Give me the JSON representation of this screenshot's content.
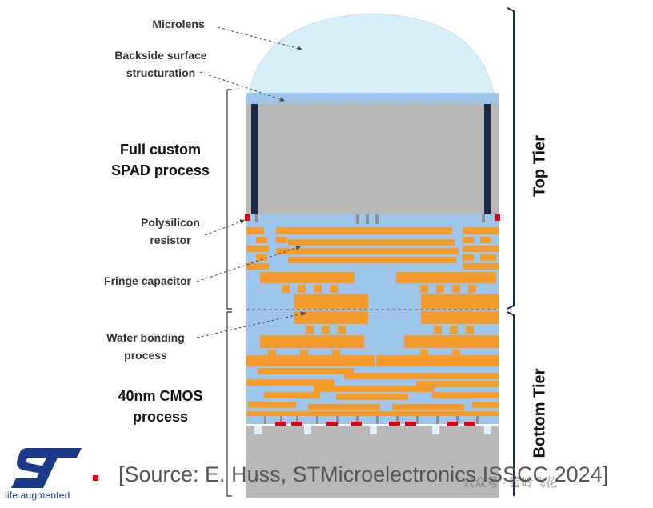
{
  "labels": {
    "microlens": "Microlens",
    "backside": "Backside surface\nstructuration",
    "spad": "Full custom\nSPAD process",
    "polysilicon": "Polysilicon\nresistor",
    "fringe": "Fringe capacitor",
    "wafer_bonding": "Wafer bonding\nprocess",
    "cmos": "40nm CMOS\nprocess"
  },
  "tiers": {
    "top": "Top Tier",
    "bottom": "Bottom Tier"
  },
  "footer": {
    "source": "[Source: E. Huss, STMicroelectronics ISSCC 2024]",
    "logo_tagline": "life.augmented",
    "watermark": "公众号 · 雪岭飞花"
  },
  "colors": {
    "lens": "#d6eef8",
    "silicon": "#b8b8b8",
    "oxide": "#9ec6ec",
    "metal": "#f39c2c",
    "trench": "#1a2a4a",
    "resistor": "#e3000f",
    "brand": "#1b3b8a"
  },
  "icons": {
    "logo": "st-logo"
  }
}
